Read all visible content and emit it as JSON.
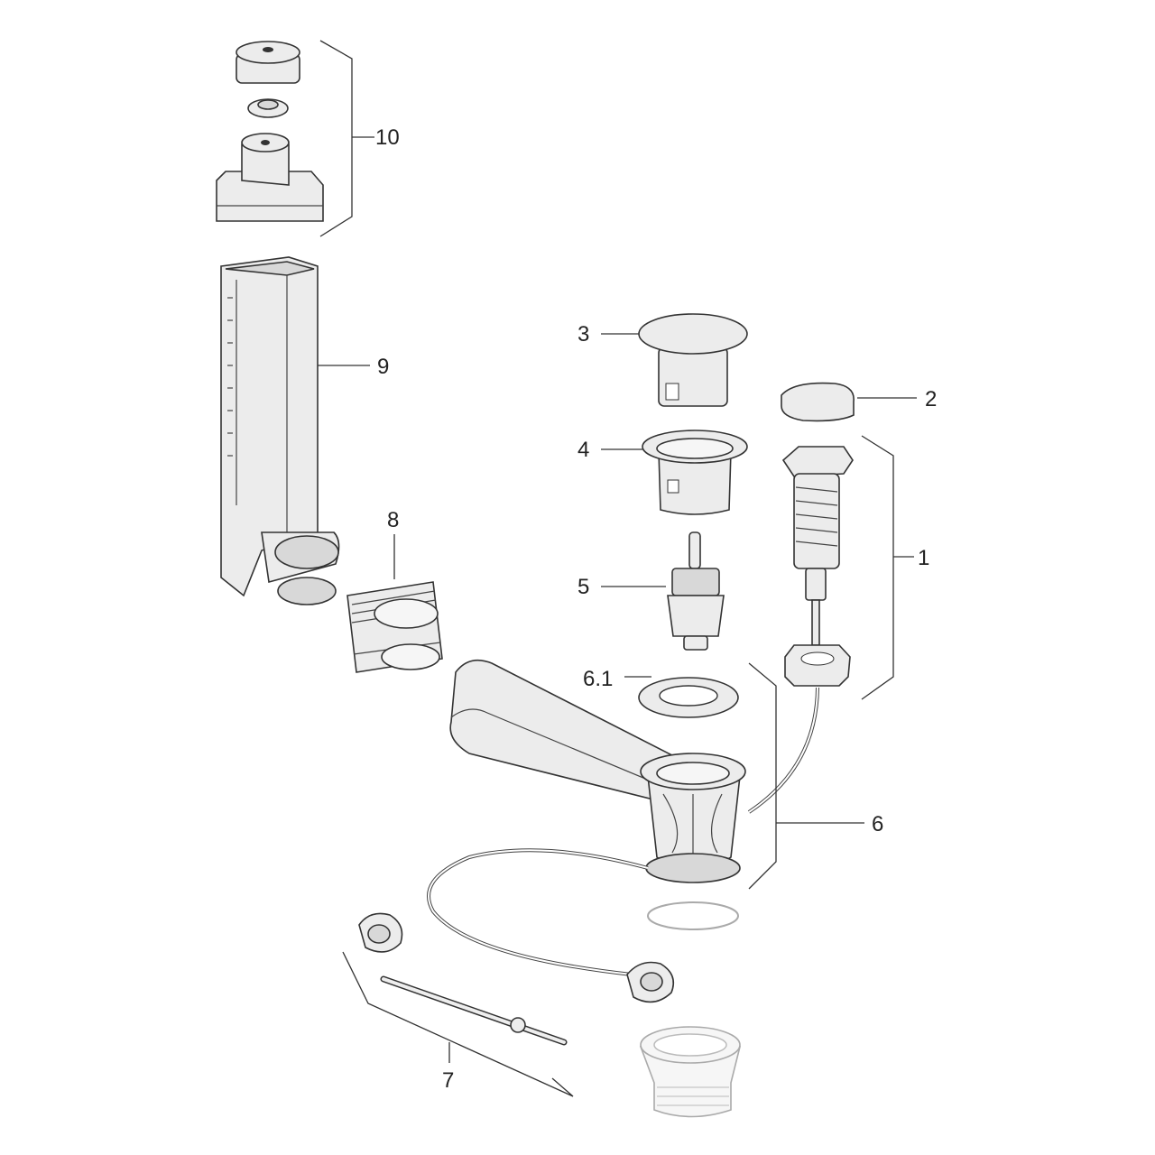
{
  "diagram": {
    "type": "exploded-parts-drawing",
    "labels": {
      "p1": "1",
      "p2": "2",
      "p3": "3",
      "p4": "4",
      "p5": "5",
      "p6": "6",
      "p61": "6.1",
      "p7": "7",
      "p8": "8",
      "p9": "9",
      "p10": "10"
    }
  }
}
